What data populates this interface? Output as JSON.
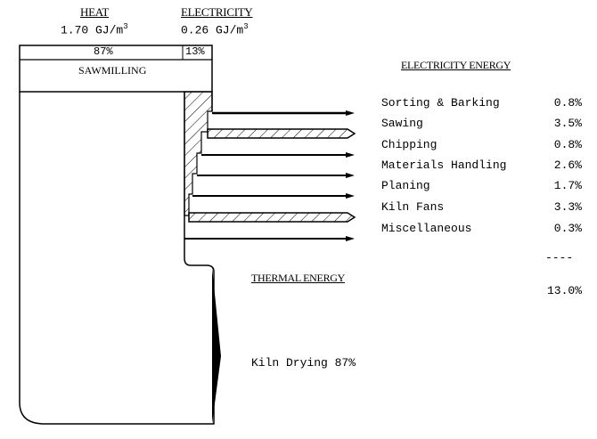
{
  "header": {
    "heat_label": "HEAT",
    "heat_value": "1.70 GJ/m",
    "heat_unit_sup": "3",
    "electricity_label": "ELECTRICITY",
    "electricity_value": "0.26 GJ/m",
    "electricity_unit_sup": "3"
  },
  "box": {
    "heat_share": "87%",
    "electricity_share": "13%",
    "process_label": "SAWMILLING"
  },
  "electricity_section": {
    "title": "ELECTRICITY ENERGY",
    "items": [
      {
        "label": "Sorting & Barking",
        "value": "0.8%",
        "hatched": false
      },
      {
        "label": "Sawing",
        "value": "3.5%",
        "hatched": true
      },
      {
        "label": "Chipping",
        "value": "0.8%",
        "hatched": false
      },
      {
        "label": "Materials Handling",
        "value": "2.6%",
        "hatched": false
      },
      {
        "label": "Planing",
        "value": "1.7%",
        "hatched": false
      },
      {
        "label": "Kiln Fans",
        "value": "3.3%",
        "hatched": true
      },
      {
        "label": "Miscellaneous",
        "value": "0.3%",
        "hatched": false
      }
    ],
    "separator": "----",
    "total": "13.0%"
  },
  "thermal_section": {
    "title": "THERMAL ENERGY",
    "items": [
      {
        "label": "Kiln Drying 87%"
      }
    ]
  },
  "colors": {
    "line": "#000000",
    "background": "#ffffff"
  }
}
